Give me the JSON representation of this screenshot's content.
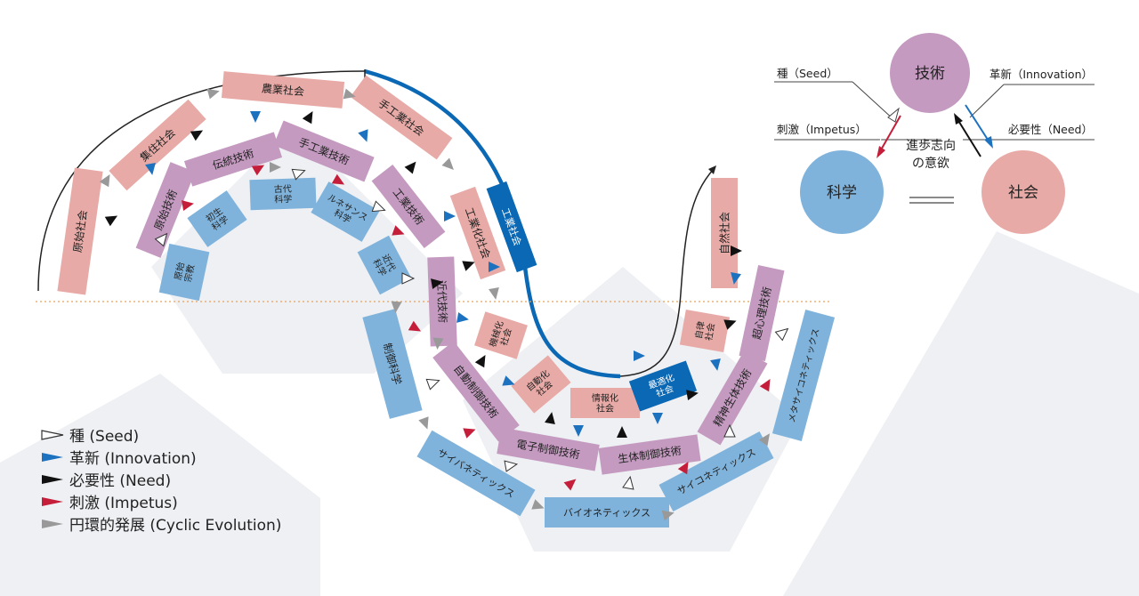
{
  "colors": {
    "society": "#e8aaa6",
    "technology": "#c49ac0",
    "science": "#7fb3dc",
    "dark_blue": "#0b68b4",
    "seed": "#ffffff",
    "innovation": "#1d72c0",
    "need": "#111111",
    "impetus": "#c41e3a",
    "cyclic": "#999999"
  },
  "segments": {
    "agricultural_society": "農業社会",
    "settled_society": "集住社会",
    "handcraft_society": "手工業社会",
    "primitive_society": "原始社会",
    "traditional_tech": "伝統技術",
    "handcraft_tech": "手工業技術",
    "primitive_tech": "原始技術",
    "ancient_science": "古代\n科学",
    "early_science": "初生\n科学",
    "primitive_religion": "原始\n宗教",
    "renaissance_science": "ルネサンス\n科学",
    "industrial_tech": "工業技術",
    "industrialized_society": "工業化社会",
    "industrial_society": "工業社会",
    "modern_science": "近代\n科学",
    "modern_tech": "近代技術",
    "mechanized_society": "機械化\n社会",
    "control_science": "制御科学",
    "automation_tech": "自動制御技術",
    "automated_society": "自動化\n社会",
    "information_society": "情報化\n社会",
    "optimized_society": "最適化\n社会",
    "electronic_control_tech": "電子制御技術",
    "cybernetics": "サイバネティックス",
    "bio_control_tech": "生体制御技術",
    "bionetics": "バイオネティックス",
    "psychonetics": "サイコネティックス",
    "mental_bio_tech": "精神生体技術",
    "autonomous_society": "自律\n社会",
    "natural_society": "自然社会",
    "hyper_psych_tech": "超心理技術",
    "meta_cybernetics": "メタサイコネティックス"
  },
  "triangle": {
    "tech": "技術",
    "science": "科学",
    "society": "社会",
    "center": "進歩志向\nの意欲",
    "seed": "種（Seed）",
    "impetus": "刺激（Impetus）",
    "innovation": "革新（Innovation）",
    "need": "必要性（Need）"
  },
  "legend": [
    {
      "kind": "seed",
      "label": "種 (Seed)"
    },
    {
      "kind": "innovation",
      "label": "革新 (Innovation)"
    },
    {
      "kind": "need",
      "label": "必要性 (Need)"
    },
    {
      "kind": "impetus",
      "label": "刺激 (Impetus)"
    },
    {
      "kind": "cyclic",
      "label": "円環的発展 (Cyclic Evolution)"
    }
  ]
}
